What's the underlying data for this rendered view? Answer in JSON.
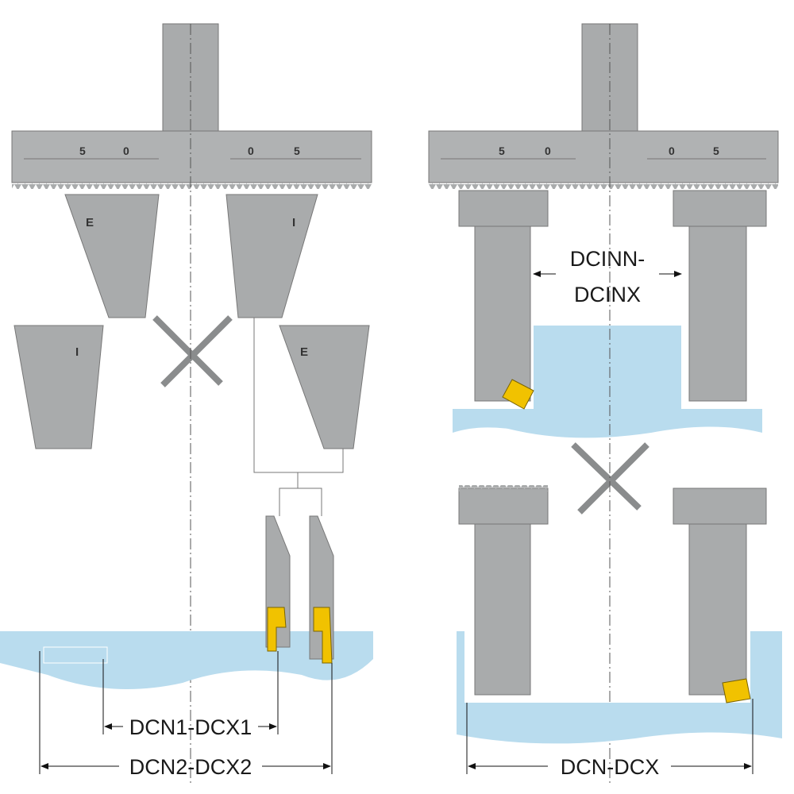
{
  "colors": {
    "steel": "#a9abac",
    "steel_dark": "#6f7274",
    "workpiece": "#b9dcee",
    "insert": "#f1c200"
  },
  "left": {
    "scale_marks": [
      "5",
      "0",
      "0",
      "5"
    ],
    "jaw_labels": {
      "upper_left": "E",
      "upper_right": "I",
      "lower_left": "I",
      "lower_right": "E"
    },
    "dim_inner": "DCN1-DCX1",
    "dim_outer": "DCN2-DCX2"
  },
  "right": {
    "scale_marks": [
      "5",
      "0",
      "0",
      "5"
    ],
    "dim_top_line1": "DCINN-",
    "dim_top_line2": "DCINX",
    "dim_bottom": "DCN-DCX"
  }
}
